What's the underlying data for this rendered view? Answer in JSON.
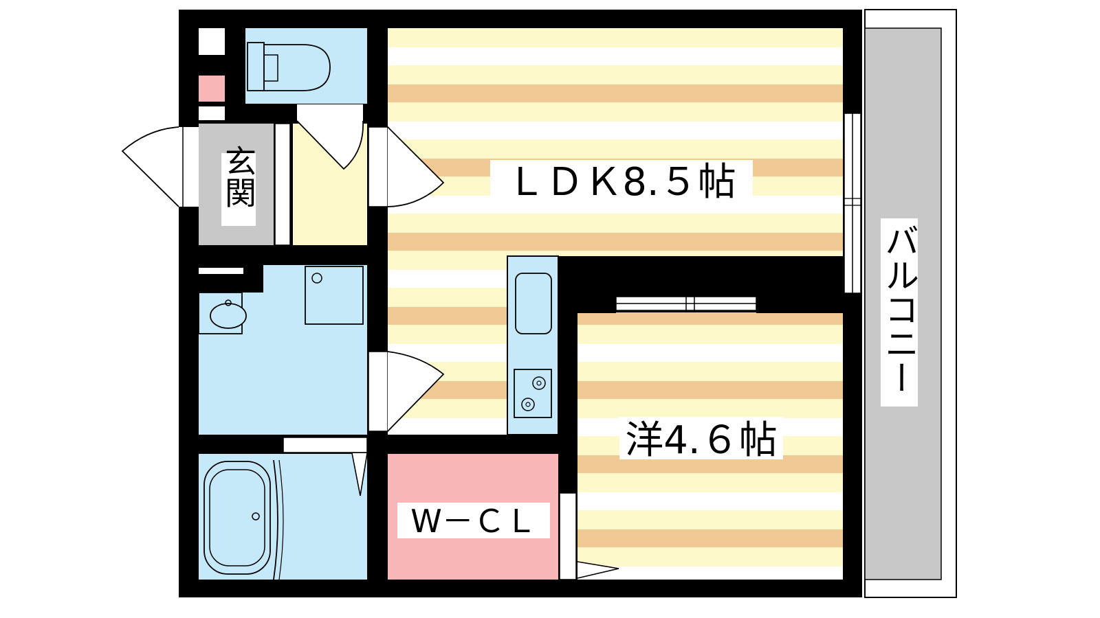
{
  "rooms": {
    "ldk": "ＬＤＫ8.５帖",
    "western": "洋4.６帖",
    "entrance": "玄関",
    "wcl": "W－ＣＬ",
    "balcony": "バルコニー"
  },
  "colors": {
    "wall": "#000000",
    "stripe_a": "#fdf9cb",
    "stripe_b": "#f0c994",
    "stripe_light": "#ffffff",
    "water": "#c5e9f9",
    "entrance": "#c8c8c8",
    "storage": "#fdf9cb",
    "wcl": "#f8b6b6",
    "pink_box": "#f8b6b6",
    "balcony": "#c8c8c8"
  }
}
